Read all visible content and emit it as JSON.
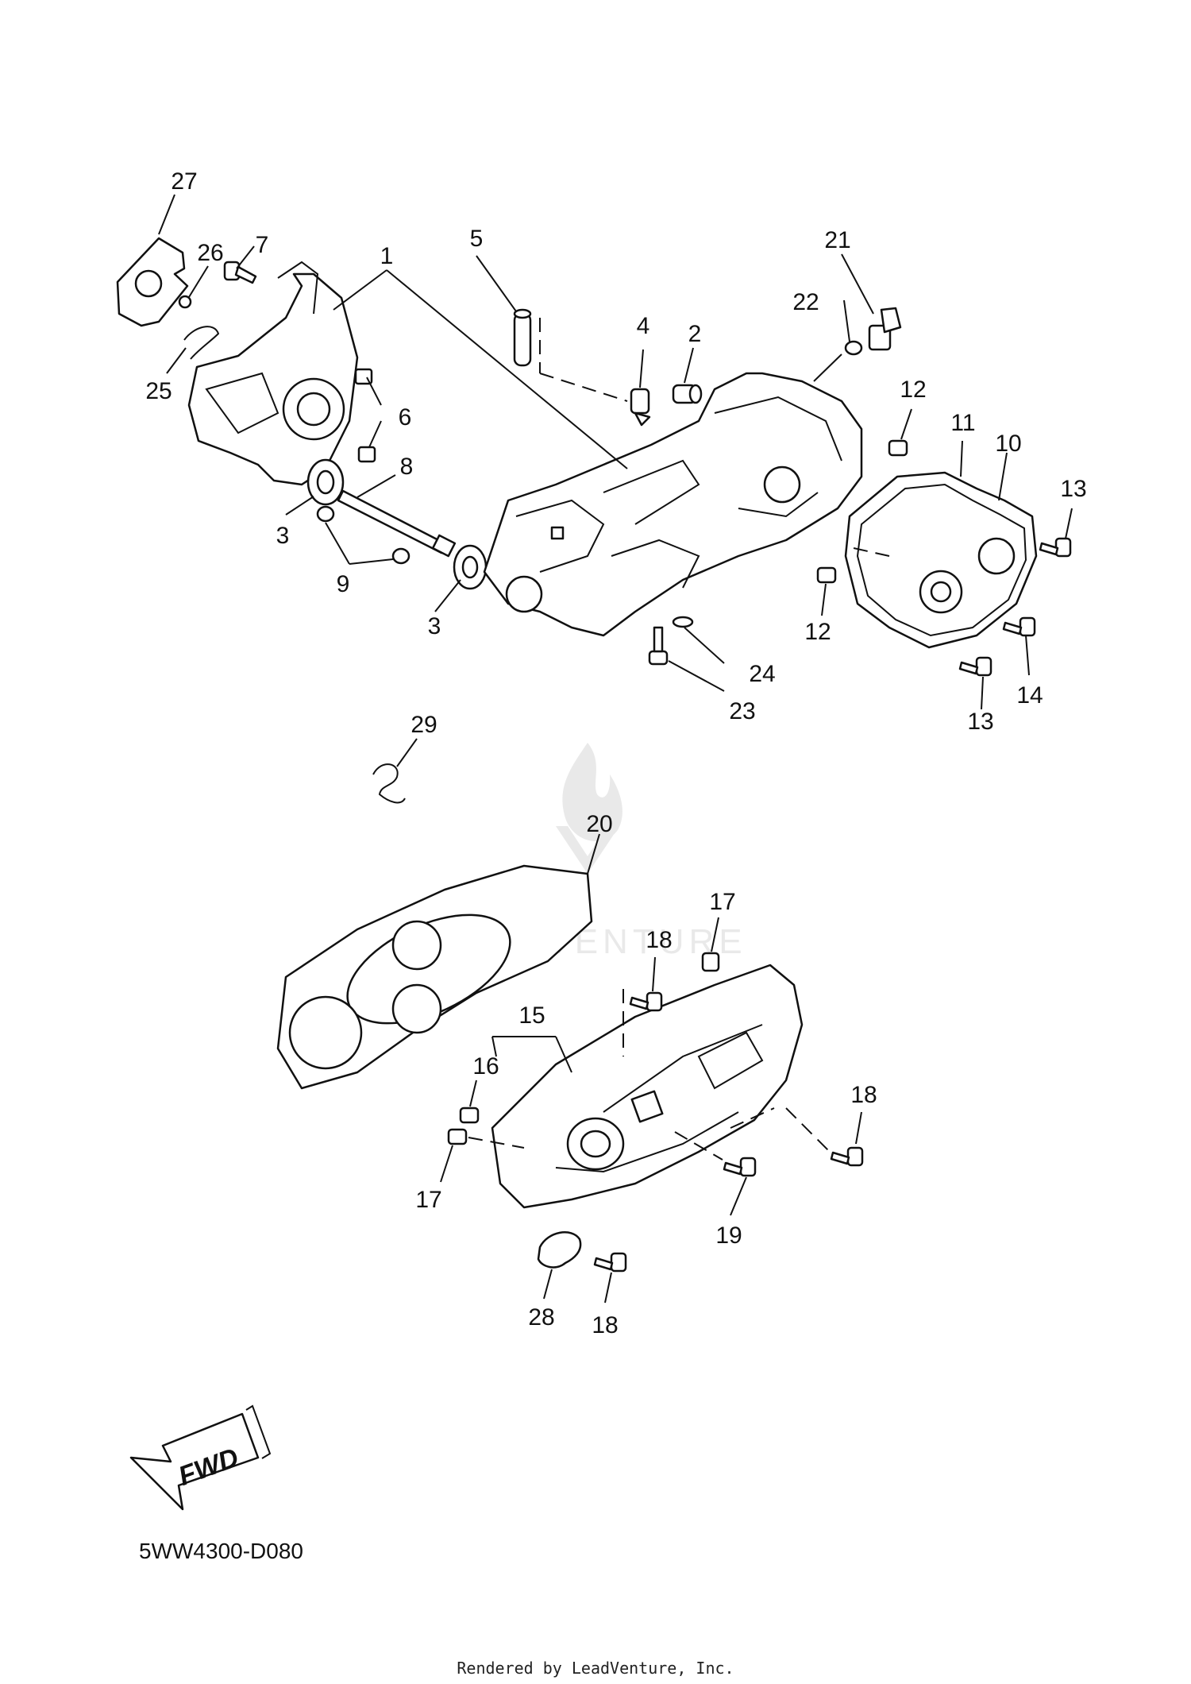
{
  "callouts": [
    {
      "id": "27",
      "text": "27"
    },
    {
      "id": "26",
      "text": "26"
    },
    {
      "id": "7",
      "text": "7"
    },
    {
      "id": "25",
      "text": "25"
    },
    {
      "id": "1",
      "text": "1"
    },
    {
      "id": "5",
      "text": "5"
    },
    {
      "id": "4",
      "text": "4"
    },
    {
      "id": "2",
      "text": "2"
    },
    {
      "id": "21",
      "text": "21"
    },
    {
      "id": "22",
      "text": "22"
    },
    {
      "id": "6",
      "text": "6"
    },
    {
      "id": "8",
      "text": "8"
    },
    {
      "id": "3a",
      "text": "3"
    },
    {
      "id": "3b",
      "text": "3"
    },
    {
      "id": "9",
      "text": "9"
    },
    {
      "id": "12a",
      "text": "12"
    },
    {
      "id": "11",
      "text": "11"
    },
    {
      "id": "10",
      "text": "10"
    },
    {
      "id": "13a",
      "text": "13"
    },
    {
      "id": "12b",
      "text": "12"
    },
    {
      "id": "24",
      "text": "24"
    },
    {
      "id": "23",
      "text": "23"
    },
    {
      "id": "13b",
      "text": "13"
    },
    {
      "id": "14",
      "text": "14"
    },
    {
      "id": "29",
      "text": "29"
    },
    {
      "id": "20",
      "text": "20"
    },
    {
      "id": "17a",
      "text": "17"
    },
    {
      "id": "18a",
      "text": "18"
    },
    {
      "id": "15",
      "text": "15"
    },
    {
      "id": "16",
      "text": "16"
    },
    {
      "id": "18b",
      "text": "18"
    },
    {
      "id": "17b",
      "text": "17"
    },
    {
      "id": "19",
      "text": "19"
    },
    {
      "id": "28",
      "text": "28"
    },
    {
      "id": "18c",
      "text": "18"
    }
  ],
  "fwd_label": "FWD",
  "diagram_code": "5WW4300-D080",
  "watermark": "LEADVENTURE",
  "footer": "Rendered by LeadVenture, Inc."
}
